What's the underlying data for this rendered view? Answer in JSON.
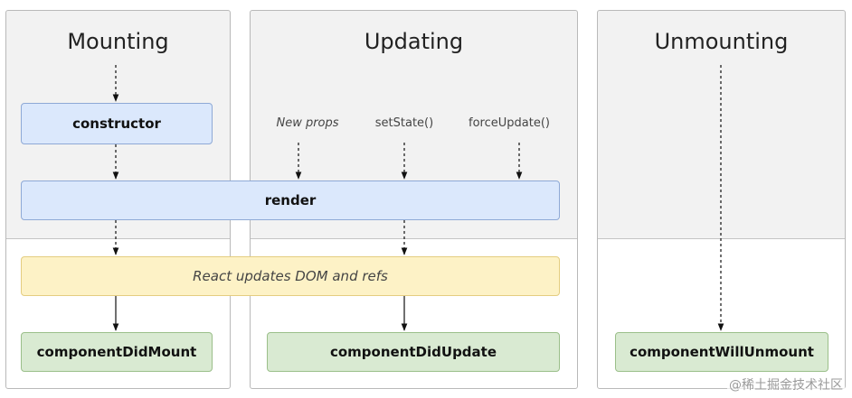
{
  "phases": {
    "mounting": "Mounting",
    "updating": "Updating",
    "unmounting": "Unmounting"
  },
  "triggers": {
    "new_props": "New props",
    "set_state": "setState()",
    "force_update": "forceUpdate()"
  },
  "methods": {
    "constructor": "constructor",
    "render": "render",
    "dom_update": "React updates DOM and refs",
    "did_mount": "componentDidMount",
    "did_update": "componentDidUpdate",
    "will_unmount": "componentWillUnmount"
  },
  "watermark": "@稀土掘金技术社区",
  "colors": {
    "render_phase_bg": "#f2f2f2",
    "commit_phase_bg": "#ffffff",
    "blue_box": "#dbe8fc",
    "yellow_box": "#fdf2c6",
    "green_box": "#d9ead2"
  }
}
